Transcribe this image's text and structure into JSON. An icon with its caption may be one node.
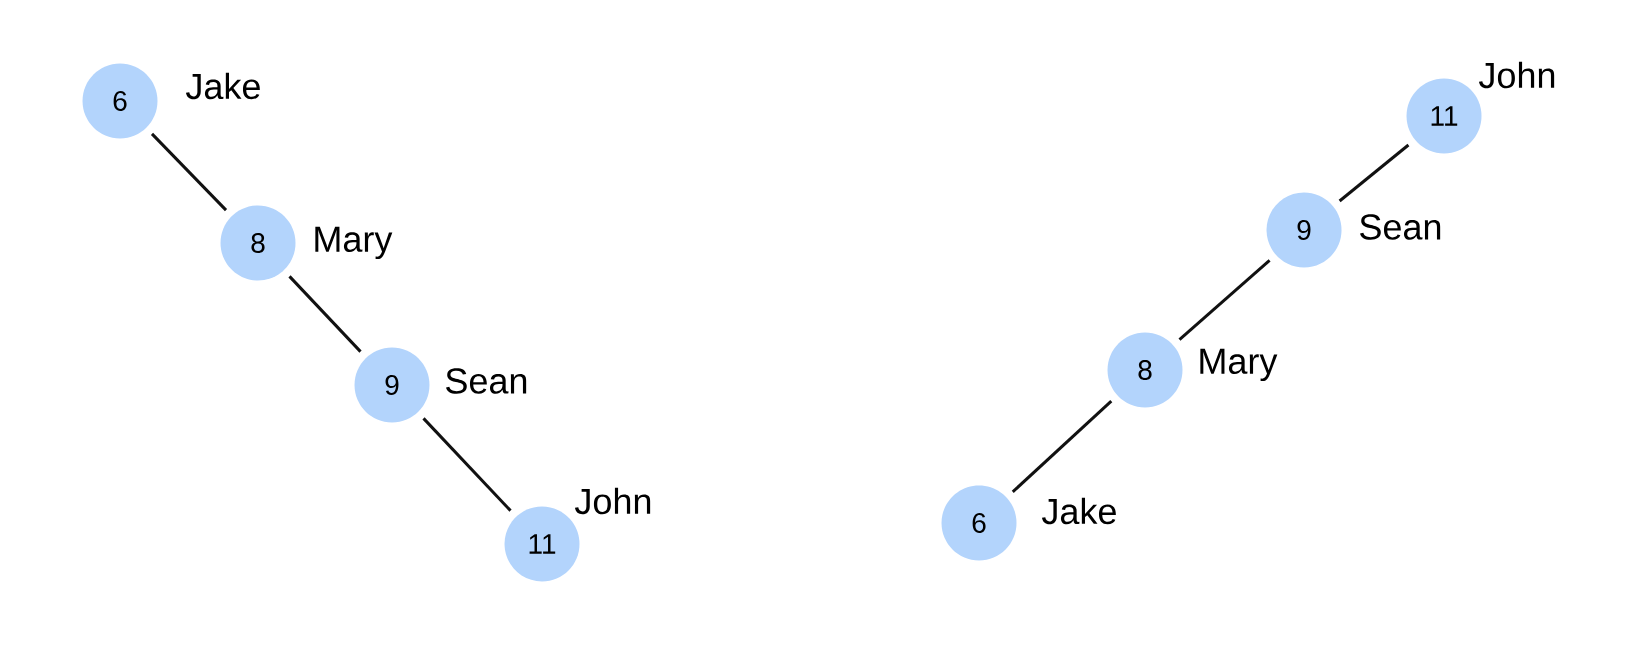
{
  "diagram": {
    "nodes": [
      {
        "text": [
          "6"
        ],
        "beside": [
          "Jake"
        ]
      },
      {
        "text": [
          "8"
        ],
        "beside": [
          "Mary"
        ]
      },
      {
        "text": [
          "9"
        ],
        "beside": [
          "Sean"
        ]
      },
      {
        "text": [
          "11"
        ],
        "beside": [
          "John"
        ]
      },
      {
        "text": [
          "11"
        ],
        "beside": [
          "John"
        ]
      },
      {
        "text": [
          "9"
        ],
        "beside": [
          "Sean"
        ]
      },
      {
        "text": [
          "8"
        ],
        "beside": [
          "Mary"
        ]
      },
      {
        "text": [
          "6"
        ],
        "beside": [
          "Jake"
        ]
      }
    ],
    "edges": [
      {
        "from": 0,
        "to": 1,
        "arrow": "none"
      },
      {
        "from": 1,
        "to": 2,
        "arrow": "none"
      },
      {
        "from": 2,
        "to": 3,
        "arrow": "none"
      },
      {
        "from": 4,
        "to": 5,
        "arrow": "none"
      },
      {
        "from": 5,
        "to": 6,
        "arrow": "none"
      },
      {
        "from": 6,
        "to": 7,
        "arrow": "none"
      }
    ]
  }
}
